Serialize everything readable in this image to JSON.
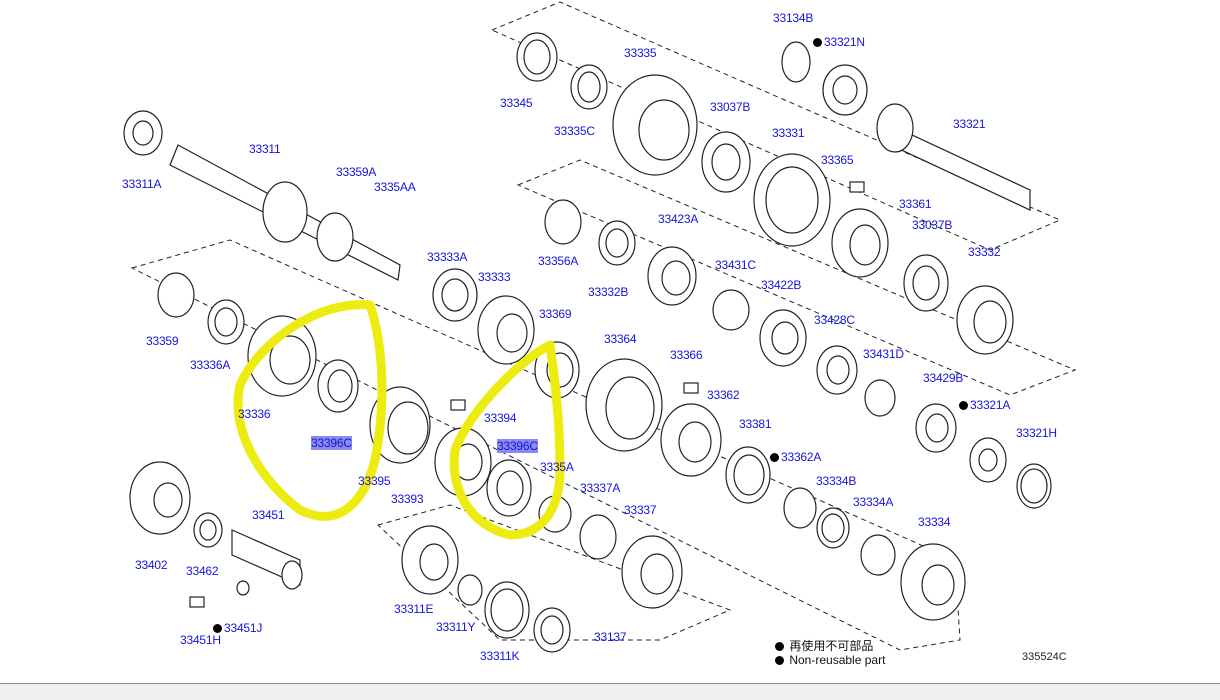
{
  "parts": [
    {
      "id": "33134B"
    },
    {
      "id": "33321N",
      "non_reusable": true
    },
    {
      "id": "33345"
    },
    {
      "id": "33335"
    },
    {
      "id": "33335C"
    },
    {
      "id": "33037B"
    },
    {
      "id": "33331"
    },
    {
      "id": "33321"
    },
    {
      "id": "33311"
    },
    {
      "id": "33311A"
    },
    {
      "id": "33359A"
    },
    {
      "id": "3335AA"
    },
    {
      "id": "33365"
    },
    {
      "id": "33361"
    },
    {
      "id": "33037B"
    },
    {
      "id": "33423A"
    },
    {
      "id": "33356A"
    },
    {
      "id": "33333A"
    },
    {
      "id": "33333"
    },
    {
      "id": "33431C"
    },
    {
      "id": "33332"
    },
    {
      "id": "33332B"
    },
    {
      "id": "33422B"
    },
    {
      "id": "33428C"
    },
    {
      "id": "33359"
    },
    {
      "id": "33369"
    },
    {
      "id": "33336A"
    },
    {
      "id": "33364"
    },
    {
      "id": "33366"
    },
    {
      "id": "33431D"
    },
    {
      "id": "33429B"
    },
    {
      "id": "33362"
    },
    {
      "id": "33321A",
      "non_reusable": true
    },
    {
      "id": "33394"
    },
    {
      "id": "33336"
    },
    {
      "id": "33396C",
      "highlighted": true
    },
    {
      "id": "33396C",
      "highlighted": true
    },
    {
      "id": "33381"
    },
    {
      "id": "33321H"
    },
    {
      "id": "33362A",
      "non_reusable": true
    },
    {
      "id": "3335A"
    },
    {
      "id": "33395"
    },
    {
      "id": "33393"
    },
    {
      "id": "33337A"
    },
    {
      "id": "33334B"
    },
    {
      "id": "33451"
    },
    {
      "id": "33337"
    },
    {
      "id": "33334A"
    },
    {
      "id": "33334"
    },
    {
      "id": "33402"
    },
    {
      "id": "33462"
    },
    {
      "id": "33311E"
    },
    {
      "id": "33311Y"
    },
    {
      "id": "33451H"
    },
    {
      "id": "33451J",
      "non_reusable": true
    },
    {
      "id": "33137"
    },
    {
      "id": "33311K"
    }
  ],
  "legend": {
    "jp": "再使用不可部品",
    "en": "Non-reusable part"
  },
  "diagram_code": "335524C",
  "colors": {
    "label": "#1515d8",
    "highlight": "#8a8af0",
    "annotation": "#f2f200"
  }
}
